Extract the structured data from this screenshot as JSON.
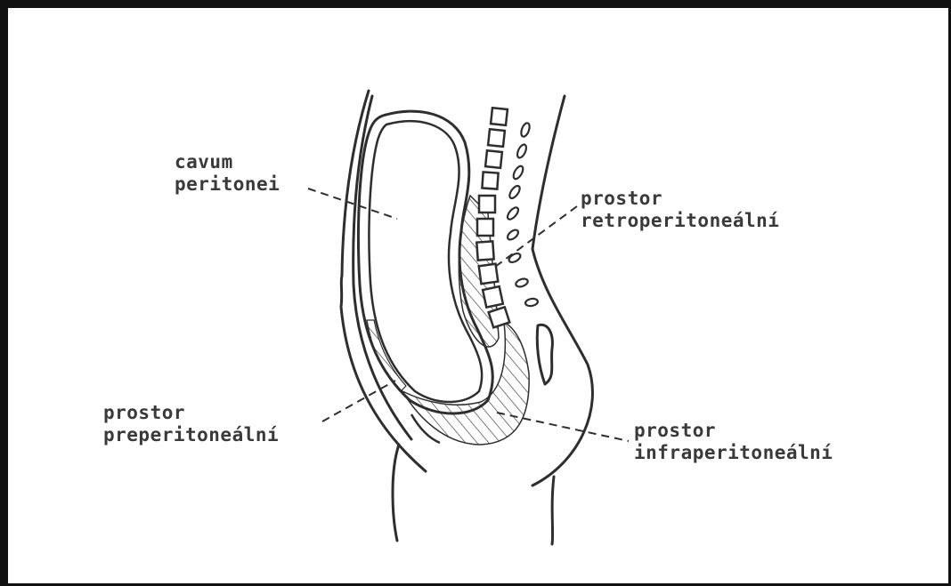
{
  "labels": {
    "cavum_line1": "cavum",
    "cavum_line2": "peritonei",
    "retro_line1": "prostor",
    "retro_line2": "retroperitoneální",
    "prep_line1": "prostor",
    "prep_line2": "preperitoneální",
    "infra_line1": "prostor",
    "infra_line2": "infraperitoneální"
  },
  "colors": {
    "ink": "#2e2e2e",
    "frame": "#111111"
  }
}
